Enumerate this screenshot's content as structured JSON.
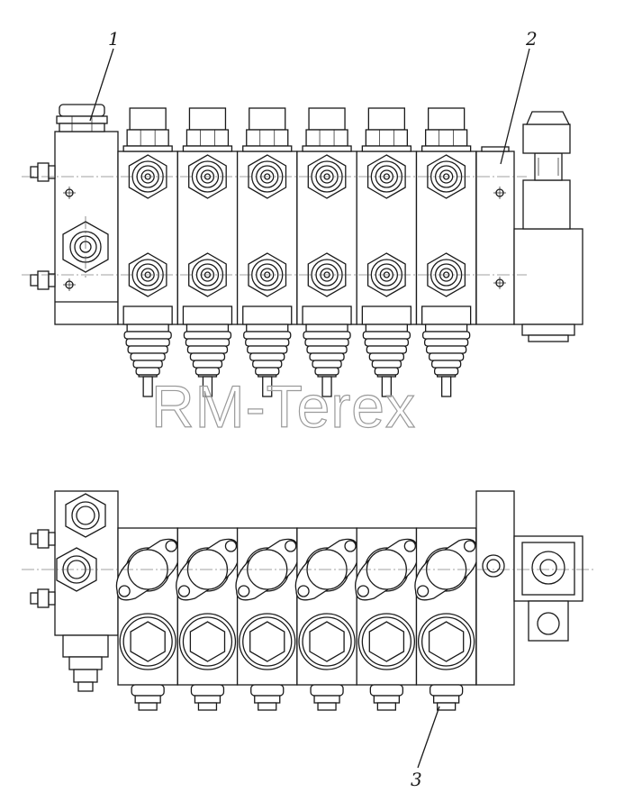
{
  "watermark": "RM-Terex",
  "callouts": [
    {
      "label": "1"
    },
    {
      "label": "2"
    },
    {
      "label": "3"
    }
  ],
  "views": [
    {
      "name": "front-view",
      "section_count": 6
    },
    {
      "name": "rear-view",
      "section_count": 6
    }
  ]
}
